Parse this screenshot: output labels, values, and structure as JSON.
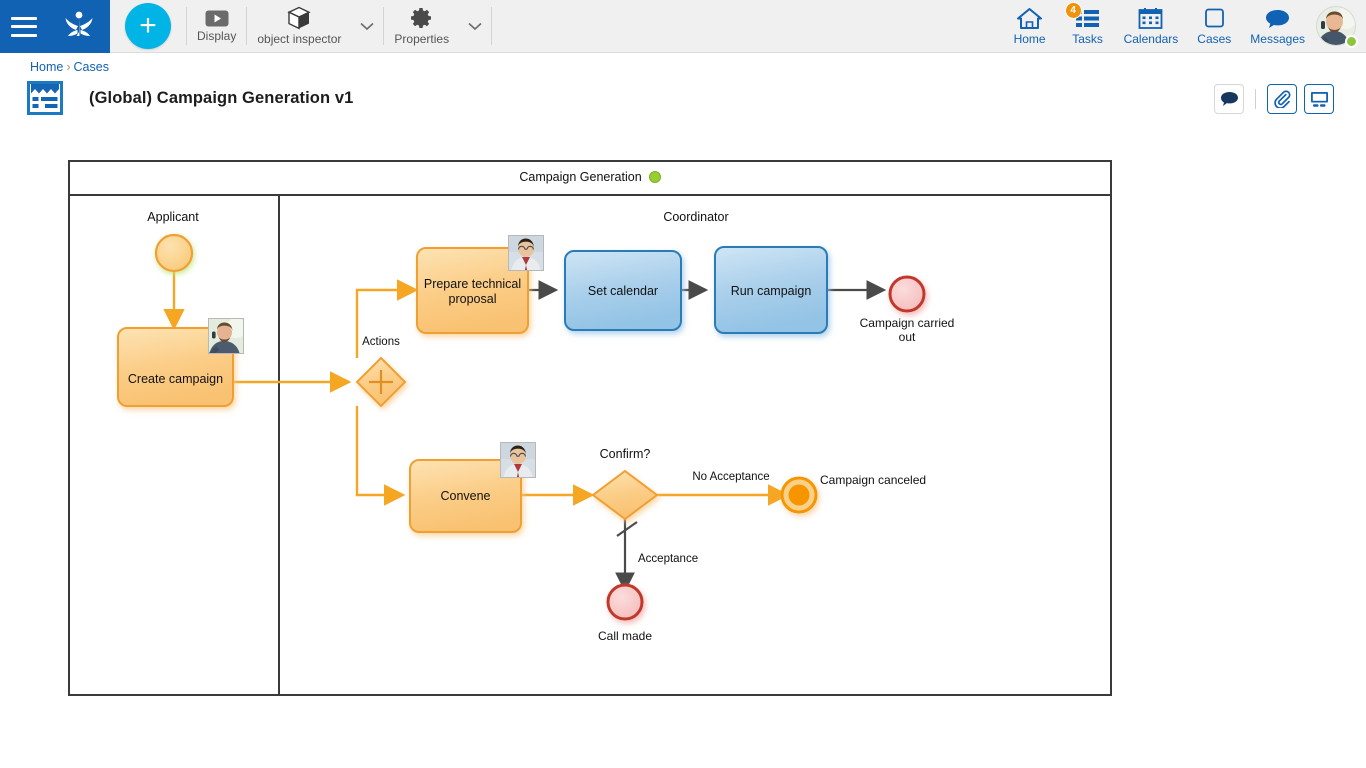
{
  "topbar": {
    "menu_icon": "hamburger-icon",
    "logo_icon": "bizagi-logo-icon",
    "add_label": "+",
    "tools": [
      {
        "label": "Display",
        "icon": "display-icon",
        "caret": false
      },
      {
        "label": "object inspector",
        "icon": "object-inspector-icon",
        "caret": true
      },
      {
        "label": "Properties",
        "icon": "properties-gear-icon",
        "caret": true
      }
    ],
    "nav": [
      {
        "label": "Home",
        "icon": "home-icon",
        "badge": ""
      },
      {
        "label": "Tasks",
        "icon": "tasks-icon",
        "badge": "4"
      },
      {
        "label": "Calendars",
        "icon": "calendar-icon",
        "badge": ""
      },
      {
        "label": "Cases",
        "icon": "cases-icon",
        "badge": ""
      },
      {
        "label": "Messages",
        "icon": "messages-icon",
        "badge": ""
      }
    ],
    "user_avatar": "user-avatar",
    "user_status": "online"
  },
  "breadcrumb": {
    "home": "Home",
    "separator": "›",
    "current": "Cases"
  },
  "page": {
    "title": "(Global) Campaign Generation v1",
    "title_icon": "process-document-icon"
  },
  "title_actions": [
    {
      "name": "comments-button",
      "icon": "speech-bubble-icon"
    },
    {
      "name": "attachments-button",
      "icon": "paperclip-icon"
    },
    {
      "name": "display-view-button",
      "icon": "monitor-icon"
    }
  ],
  "diagram": {
    "pool_name": "Campaign Generation",
    "pool_status": "active",
    "lanes": [
      {
        "name": "Applicant"
      },
      {
        "name": "Coordinator"
      }
    ],
    "nodes": [
      {
        "id": "start",
        "type": "start-event",
        "label": ""
      },
      {
        "id": "create-campaign",
        "type": "user-task",
        "label": "Create campaign",
        "avatar": true
      },
      {
        "id": "actions-gateway",
        "type": "parallel-gateway",
        "label": "Actions"
      },
      {
        "id": "prepare-technical-proposal",
        "type": "user-task",
        "label": "Prepare technical proposal",
        "avatar": true
      },
      {
        "id": "set-calendar",
        "type": "service-task",
        "label": "Set calendar",
        "avatar": false
      },
      {
        "id": "run-campaign",
        "type": "service-task",
        "label": "Run campaign",
        "avatar": false
      },
      {
        "id": "campaign-carried-out",
        "type": "end-event",
        "label": "Campaign carried out"
      },
      {
        "id": "convene",
        "type": "user-task",
        "label": "Convene",
        "avatar": true
      },
      {
        "id": "confirm-gateway",
        "type": "exclusive-gateway",
        "label": "Confirm?"
      },
      {
        "id": "campaign-canceled",
        "type": "terminate-event",
        "label": "Campaign canceled"
      },
      {
        "id": "call-made",
        "type": "end-event",
        "label": "Call made"
      }
    ],
    "flows": [
      {
        "from": "confirm-gateway",
        "to": "campaign-canceled",
        "label": "No Acceptance"
      },
      {
        "from": "confirm-gateway",
        "to": "call-made",
        "label": "Acceptance"
      }
    ]
  },
  "colors": {
    "brand_blue": "#1262b3",
    "accent_cyan": "#00b4e5",
    "task_orange_fill": "#fcd48f",
    "task_orange_border": "#f0a030",
    "task_blue_fill": "#a9cfeb",
    "task_blue_border": "#2b7cb9",
    "end_event_red": "#c0392b",
    "terminate_orange": "#f79500",
    "badge_orange": "#f0920a",
    "pool_border": "#3a3a3a",
    "lane_green": "#9acd32"
  }
}
